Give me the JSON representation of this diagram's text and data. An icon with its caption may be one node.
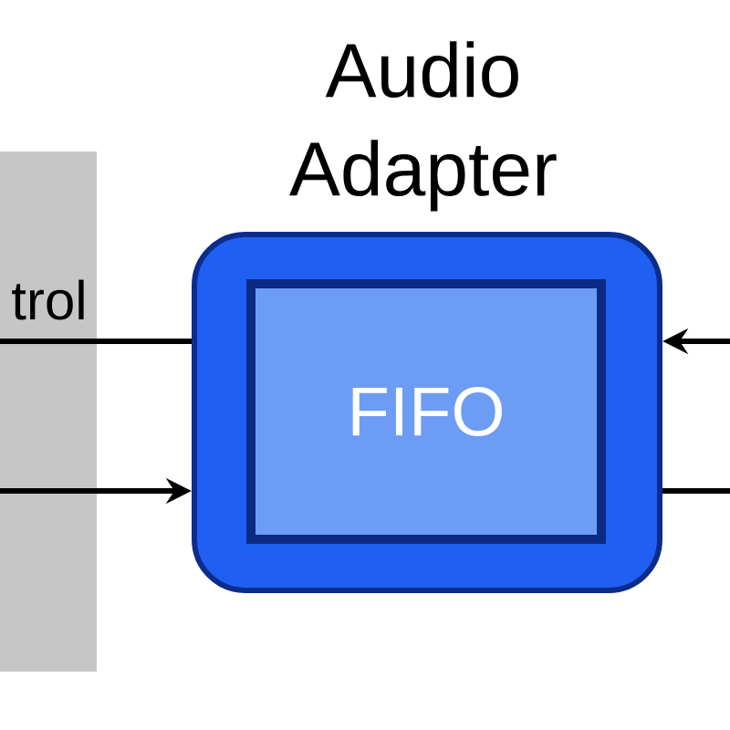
{
  "diagram": {
    "nodes": [
      {
        "text": [
          "trol"
        ]
      },
      {
        "text": [
          "Audio Adapter"
        ]
      },
      {
        "text": [
          "FIFO"
        ],
        "in": 1
      }
    ],
    "edges": [
      {
        "from": 0,
        "to": 1,
        "arrow": "none"
      },
      {
        "from": 0,
        "to": 1,
        "arrow": "to"
      },
      {
        "from": null,
        "to": 1,
        "arrow": "to"
      },
      {
        "from": 1,
        "to": null,
        "arrow": "none"
      }
    ]
  }
}
